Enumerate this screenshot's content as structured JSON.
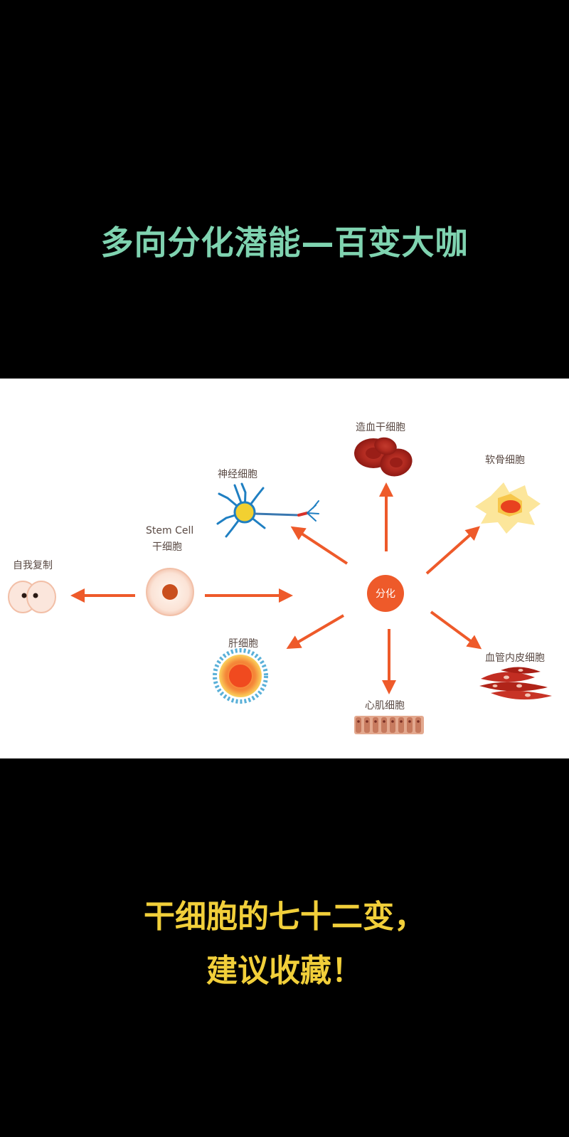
{
  "top_title": "多向分化潜能—百变大咖",
  "diagram": {
    "stem_cell_en": "Stem Cell",
    "stem_cell_cn": "干细胞",
    "center": "分化",
    "self_renewal": "自我复制",
    "neuron": "神经细胞",
    "hematopoietic": "造血干细胞",
    "chondrocyte": "软骨细胞",
    "liver": "肝细胞",
    "cardiac": "心肌细胞",
    "endothelial": "血管内皮细胞",
    "colors": {
      "arrow": "#ee5a2a",
      "center": "#ee5a2a",
      "rbc": "#a8211b"
    }
  },
  "bottom": {
    "line1": "干细胞的七十二变，",
    "line2": "建议收藏！"
  }
}
